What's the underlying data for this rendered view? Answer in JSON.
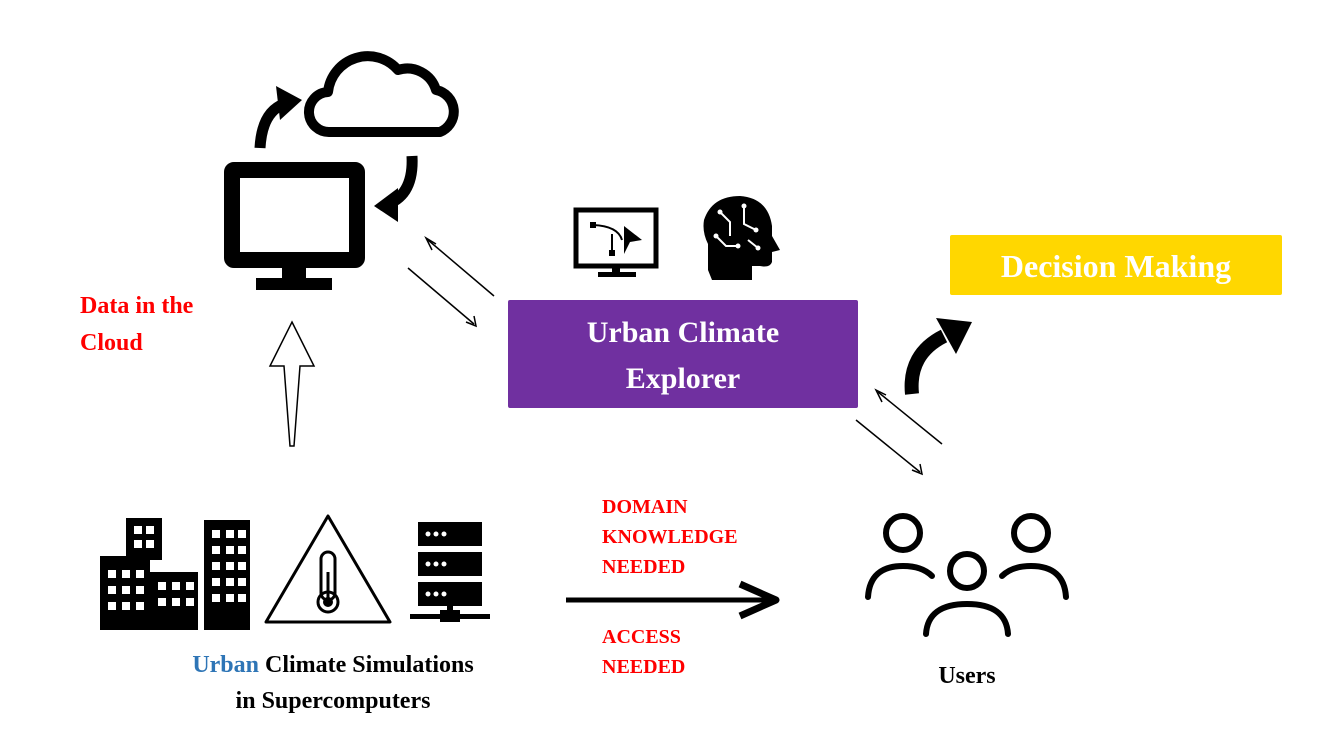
{
  "labels": {
    "data_cloud_line1": "Data in the",
    "data_cloud_line2": "Cloud",
    "explorer_line1": "Urban Climate",
    "explorer_line2": "Explorer",
    "decision_making": "Decision Making",
    "domain_line1": "DOMAIN",
    "domain_line2": "KNOWLEDGE",
    "domain_line3": "NEEDED",
    "access_line1": "ACCESS",
    "access_line2": "NEEDED",
    "sim_word_urban": "Urban",
    "sim_rest_line1": "Climate Simulations",
    "sim_line2": "in Supercomputers",
    "users": "Users"
  },
  "colors": {
    "explorer_box": "#7030A0",
    "decision_box": "#FFD700",
    "red_text": "#FF0000",
    "blue_text": "#2E75B6",
    "black": "#000000"
  },
  "icons": [
    "monitor-icon",
    "cloud-icon",
    "sync-arrows-icon",
    "screen-cursor-icon",
    "brain-circuit-icon",
    "buildings-icon",
    "thermometer-warning-icon",
    "server-icon",
    "users-icon",
    "curved-arrow-icon"
  ]
}
